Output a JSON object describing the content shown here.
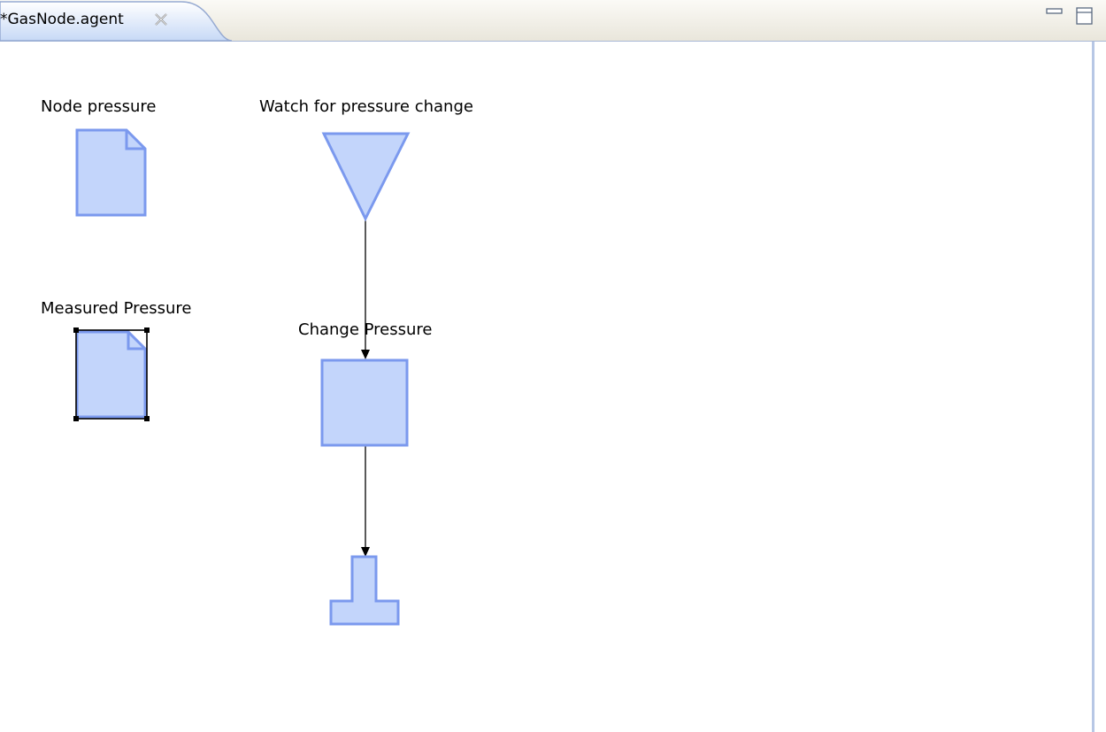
{
  "tab": {
    "title": "*GasNode.agent",
    "close_icon": "close-icon"
  },
  "window_controls": {
    "minimize_icon": "minimize-icon",
    "maximize_icon": "maximize-icon"
  },
  "colors": {
    "node_fill": "#c3d5fb",
    "node_stroke": "#7b99ee",
    "edge": "#000000",
    "tab_active_fill": "#c7d9f6"
  },
  "diagram": {
    "labels": {
      "node_pressure": "Node pressure",
      "measured_pressure": "Measured Pressure",
      "watch_pressure_change": "Watch for pressure change",
      "change_pressure": "Change Pressure"
    }
  }
}
